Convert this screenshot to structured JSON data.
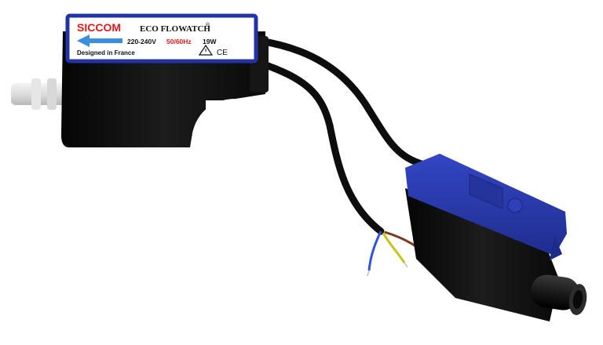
{
  "product_label": {
    "brand": "SICCOM",
    "model": "ECO FLOWATCH",
    "trademark": "®",
    "voltage": "220-240V",
    "frequency": "50/60Hz",
    "power": "19W",
    "origin": "Designed in France",
    "ce_mark": "CE"
  },
  "colors": {
    "pump_body": "#111111",
    "label_border": "#2233a8",
    "brand_red": "#e01818",
    "float_cover": "#2a3bb5",
    "cable": "#0d0d0d",
    "arrow": "#3a8fe0",
    "wire_blue": "#2f55d8",
    "wire_brown": "#7a3a1e",
    "wire_green_yellow": "#c9c21a"
  },
  "icons": [
    "warning-triangle-icon",
    "flow-arrow-icon"
  ]
}
